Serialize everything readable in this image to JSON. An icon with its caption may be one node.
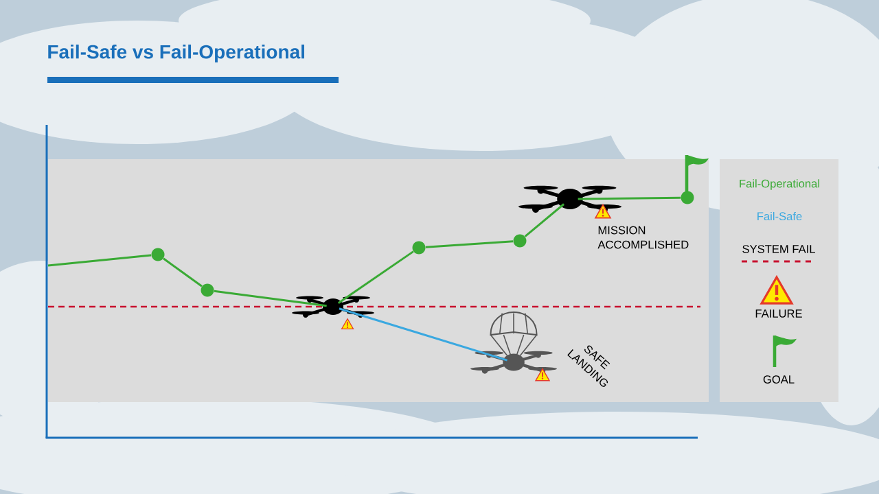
{
  "diagram": {
    "title": "Fail-Safe vs Fail-Operational",
    "nodes": [
      {
        "text": [],
        "shape": "circle"
      },
      {
        "text": [],
        "shape": "circle"
      },
      {
        "text": [],
        "shape": "picture"
      },
      {
        "text": [],
        "shape": "circle"
      },
      {
        "text": [],
        "shape": "circle"
      },
      {
        "text": [],
        "shape": "picture",
        "beside": [
          "MISSION ACCOMPLISHED"
        ]
      },
      {
        "text": [],
        "shape": "circle"
      },
      {
        "text": [],
        "shape": "picture",
        "beside": [
          "SAFE LANDING"
        ]
      }
    ],
    "edges": [
      {
        "from": null,
        "to": 0,
        "arrow": "none"
      },
      {
        "from": 0,
        "to": 1,
        "arrow": "none"
      },
      {
        "from": 1,
        "to": 2,
        "arrow": "none"
      },
      {
        "from": 2,
        "to": 3,
        "arrow": "none"
      },
      {
        "from": 3,
        "to": 4,
        "arrow": "none"
      },
      {
        "from": 4,
        "to": 5,
        "arrow": "none"
      },
      {
        "from": 5,
        "to": 6,
        "arrow": "none"
      },
      {
        "from": 2,
        "to": 7,
        "arrow": "none",
        "color": "#3aa8e0"
      }
    ],
    "legend": [
      {
        "text": "Fail-Operational",
        "color": "#3aaa35"
      },
      {
        "text": "Fail-Safe",
        "color": "#3aa8e0"
      },
      {
        "text": "SYSTEM FAIL"
      },
      {
        "text": "FAILURE"
      },
      {
        "text": "GOAL"
      }
    ]
  }
}
